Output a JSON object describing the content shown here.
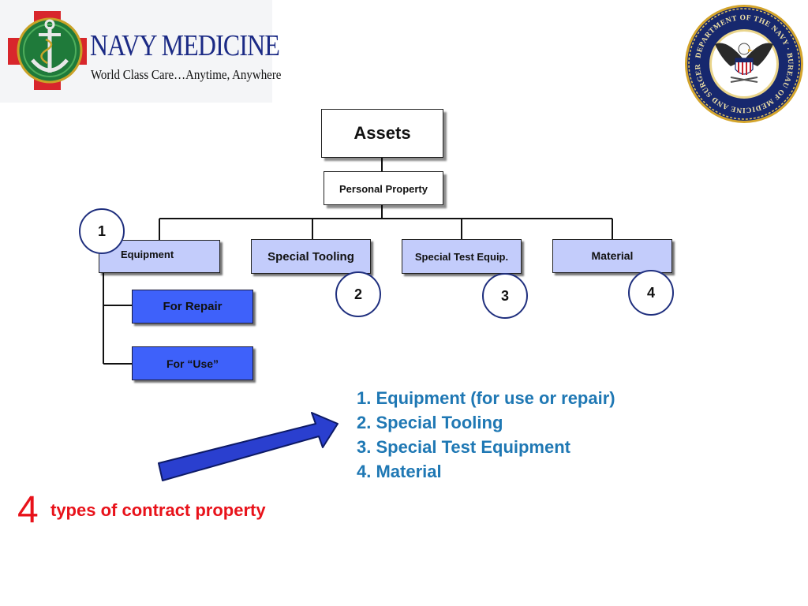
{
  "logo": {
    "title": "NAVY MEDICINE",
    "tagline": "World Class Care…Anytime, Anywhere",
    "icon": "anchor-cross-emblem-icon"
  },
  "seal": {
    "text": "DEPARTMENT OF THE NAVY · BUREAU OF MEDICINE AND SURGERY",
    "icon": "eagle-seal-icon"
  },
  "diagram": {
    "root": "Assets",
    "sub": "Personal Property",
    "categories": {
      "equipment": "Equipment",
      "special_tooling": "Special Tooling",
      "special_test": "Special Test Equip.",
      "material": "Material"
    },
    "equipment_children": {
      "repair": "For Repair",
      "use": "For “Use”"
    },
    "numbers": [
      "1",
      "2",
      "3",
      "4"
    ]
  },
  "list": [
    "1. Equipment (for use or repair)",
    "2. Special Tooling",
    "3. Special Test Equipment",
    "4. Material"
  ],
  "caption": {
    "number": "4",
    "text": "types of contract property"
  },
  "colors": {
    "navy": "#1b2a85",
    "light_box": "#c3ccfb",
    "blue_box": "#3e61fa",
    "list_text": "#1f78b4",
    "caption": "#e8121a",
    "arrow": "#2a3fcf"
  }
}
